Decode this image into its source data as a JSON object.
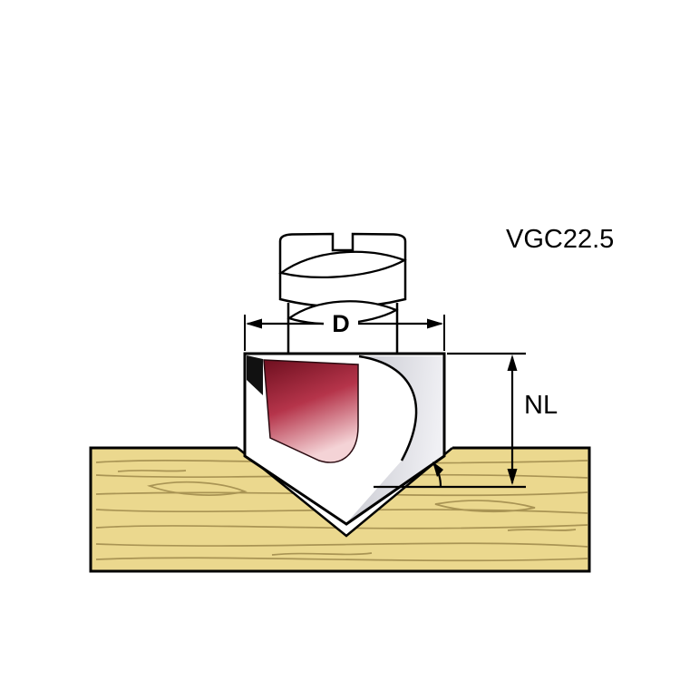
{
  "diagram": {
    "model": "VGC22.5",
    "dimension_diameter": "D",
    "dimension_cutting_length": "NL"
  },
  "colors": {
    "background": "#ffffff",
    "outline": "#000000",
    "wood": "#ebd88e",
    "wood_grain": "#a28d4e",
    "face_dark": "#6e0f1f",
    "face_mid": "#b5344a",
    "face_light": "#f4d3d6",
    "body_shade": "#c3c4cc",
    "body_light": "#f0f0f4"
  }
}
